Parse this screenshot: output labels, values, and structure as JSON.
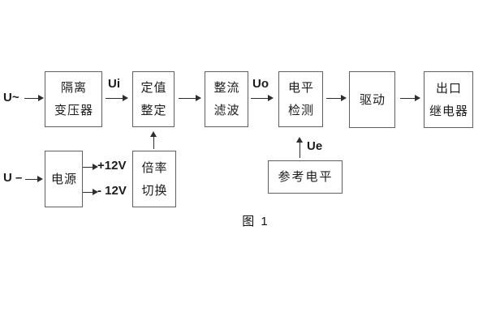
{
  "figure": {
    "caption": "图 1",
    "colors": {
      "background": "#ffffff",
      "box_border": "#606060",
      "line": "#2e2e2e",
      "text": "#1c1c1c"
    }
  },
  "inputs": {
    "ac": "U~",
    "dc": "U –"
  },
  "signals": {
    "ui": "Ui",
    "uo": "Uo",
    "ue": "Ue",
    "plus12v": "+12V",
    "minus12v": "- 12V"
  },
  "blocks": {
    "transformer": {
      "line1": "隔离",
      "line2": "变压器"
    },
    "setpoint": {
      "line1": "定值",
      "line2": "整定"
    },
    "rectifier": {
      "line1": "整流",
      "line2": "滤波"
    },
    "detector": {
      "line1": "电平",
      "line2": "检测"
    },
    "driver": {
      "line1": "驱动"
    },
    "relay": {
      "line1": "出口",
      "line2": "继电器"
    },
    "power": {
      "line1": "电源"
    },
    "multiplier": {
      "line1": "倍率",
      "line2": "切换"
    },
    "reference": {
      "line1": "参考电平"
    }
  }
}
